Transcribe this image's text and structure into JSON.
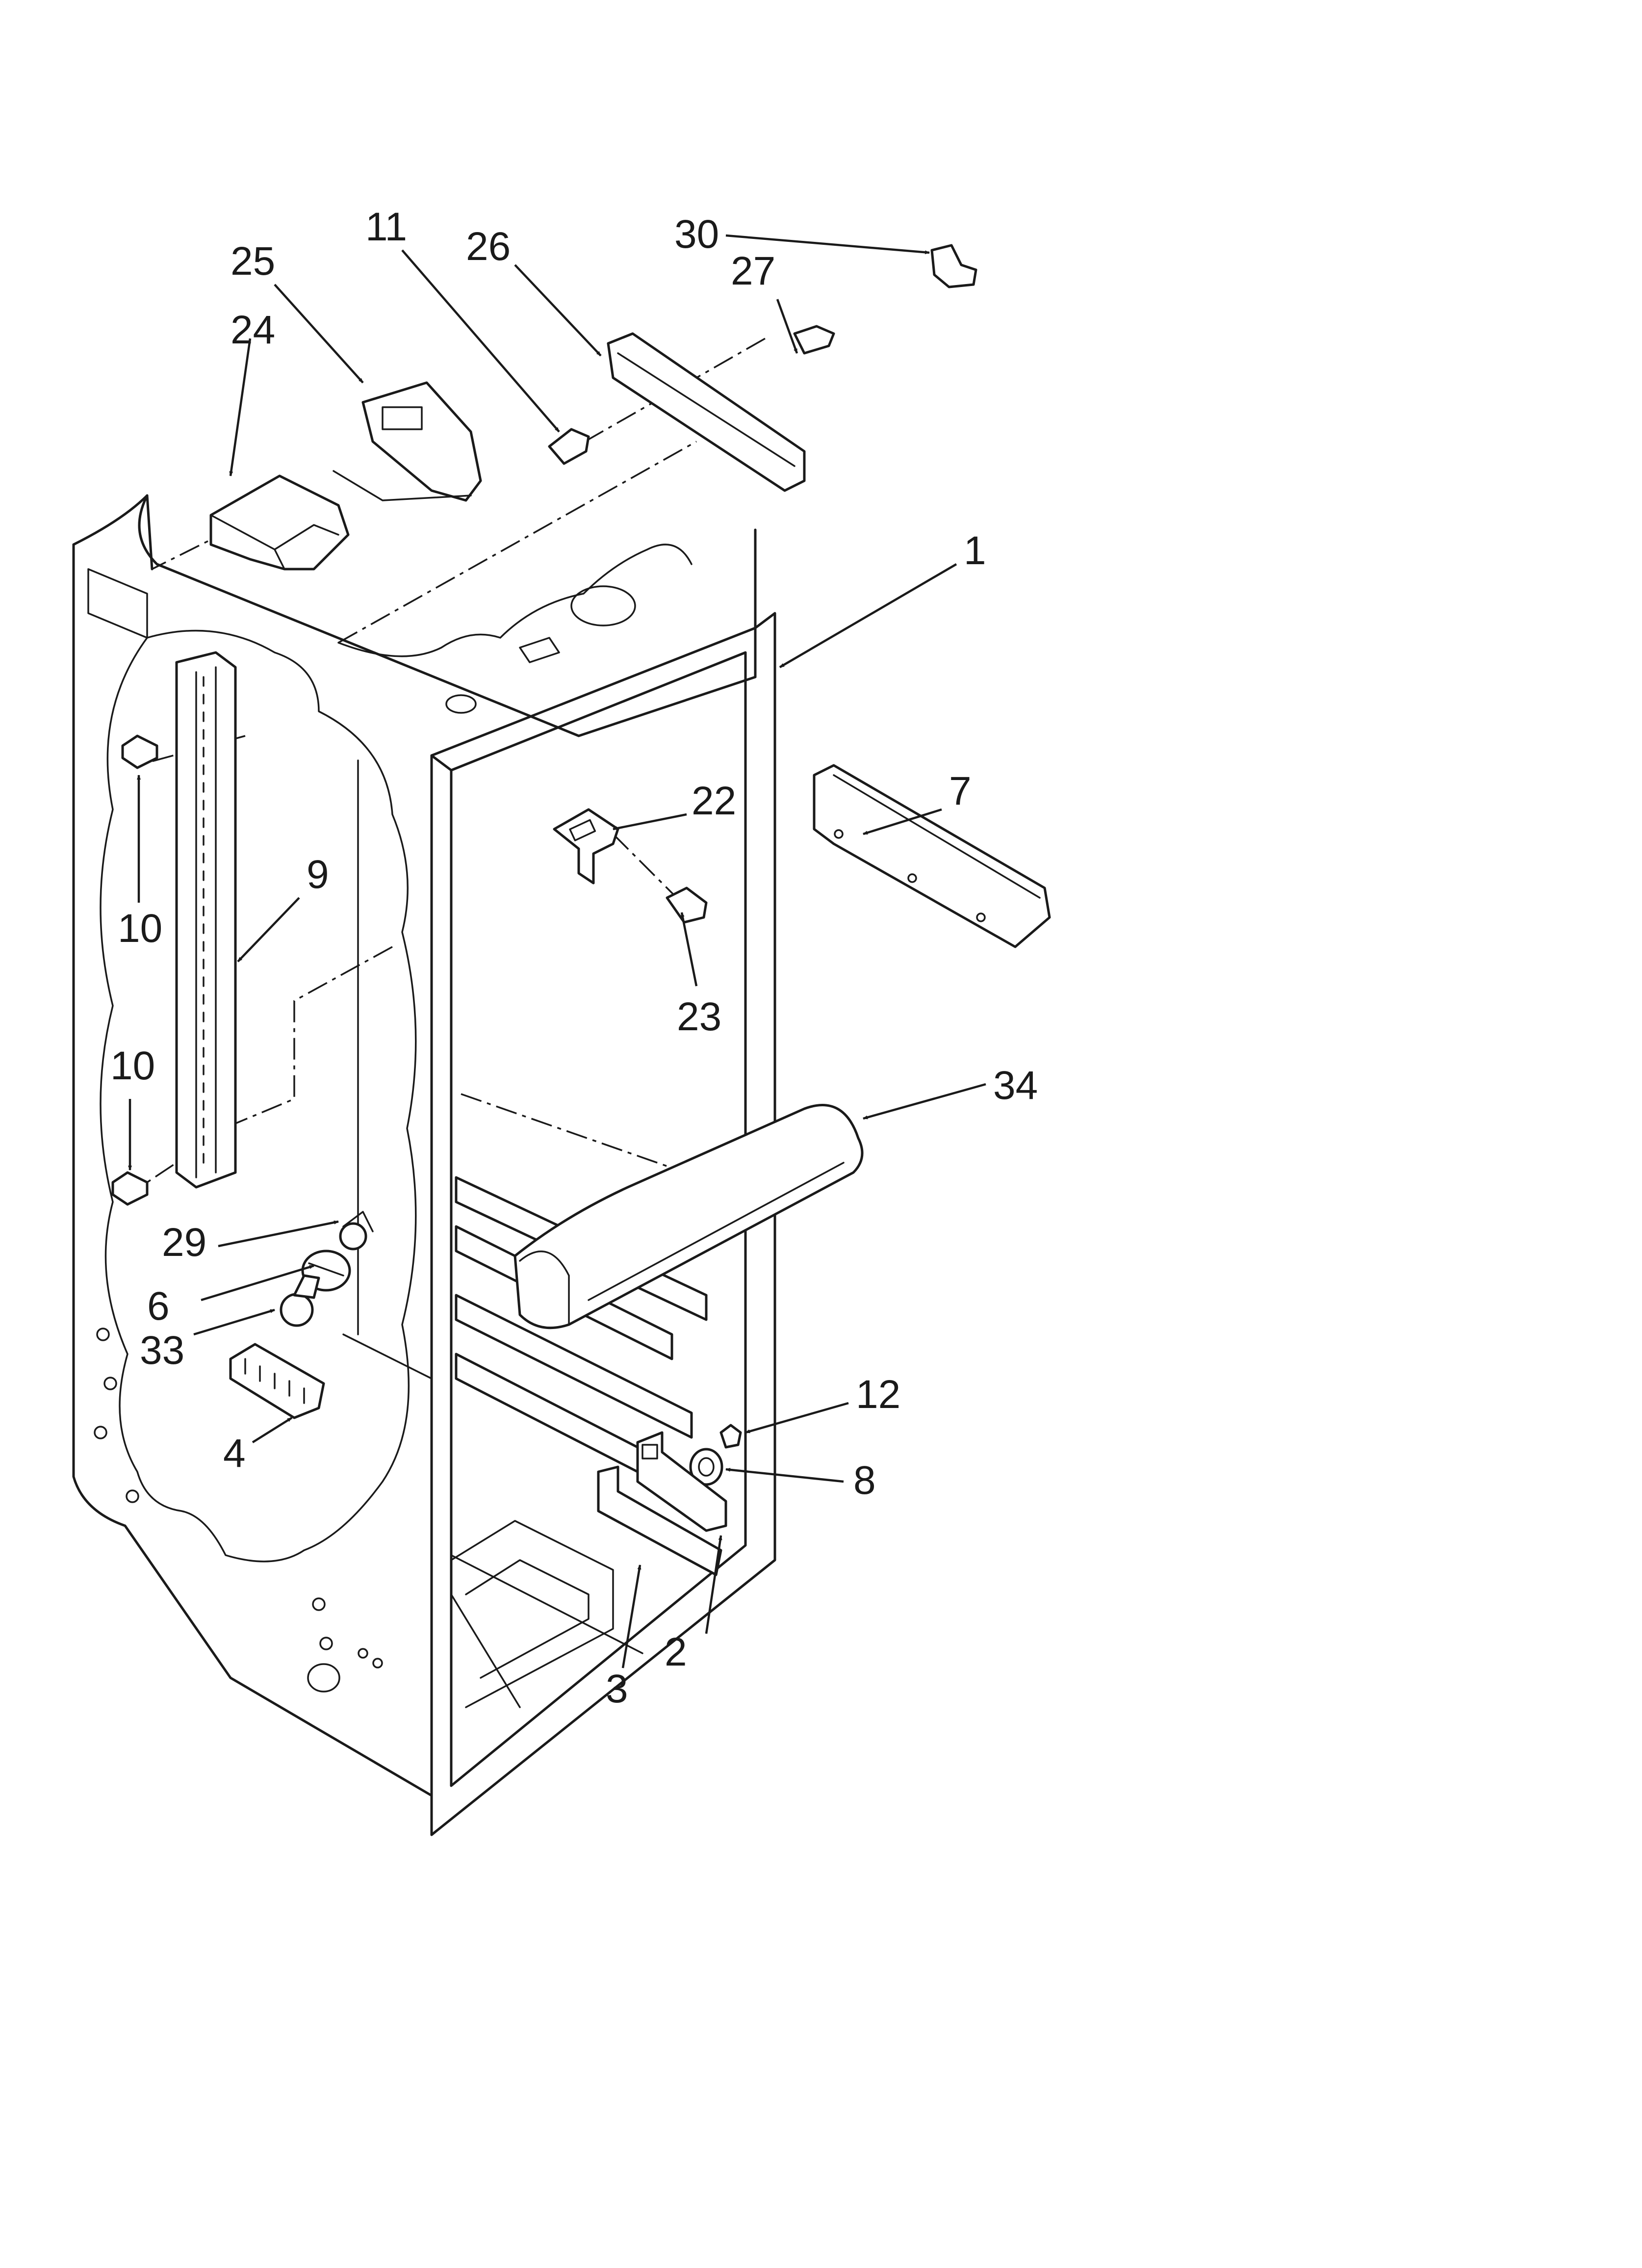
{
  "callouts": [
    {
      "id": "c1",
      "label": "1"
    },
    {
      "id": "c2",
      "label": "2"
    },
    {
      "id": "c3",
      "label": "3"
    },
    {
      "id": "c4",
      "label": "4"
    },
    {
      "id": "c6",
      "label": "6"
    },
    {
      "id": "c7",
      "label": "7"
    },
    {
      "id": "c8",
      "label": "8"
    },
    {
      "id": "c9",
      "label": "9"
    },
    {
      "id": "c10a",
      "label": "10"
    },
    {
      "id": "c10b",
      "label": "10"
    },
    {
      "id": "c11",
      "label": "11"
    },
    {
      "id": "c12",
      "label": "12"
    },
    {
      "id": "c22",
      "label": "22"
    },
    {
      "id": "c23",
      "label": "23"
    },
    {
      "id": "c24",
      "label": "24"
    },
    {
      "id": "c25",
      "label": "25"
    },
    {
      "id": "c26",
      "label": "26"
    },
    {
      "id": "c27",
      "label": "27"
    },
    {
      "id": "c29",
      "label": "29"
    },
    {
      "id": "c30",
      "label": "30"
    },
    {
      "id": "c33",
      "label": "33"
    },
    {
      "id": "c34",
      "label": "34"
    }
  ]
}
